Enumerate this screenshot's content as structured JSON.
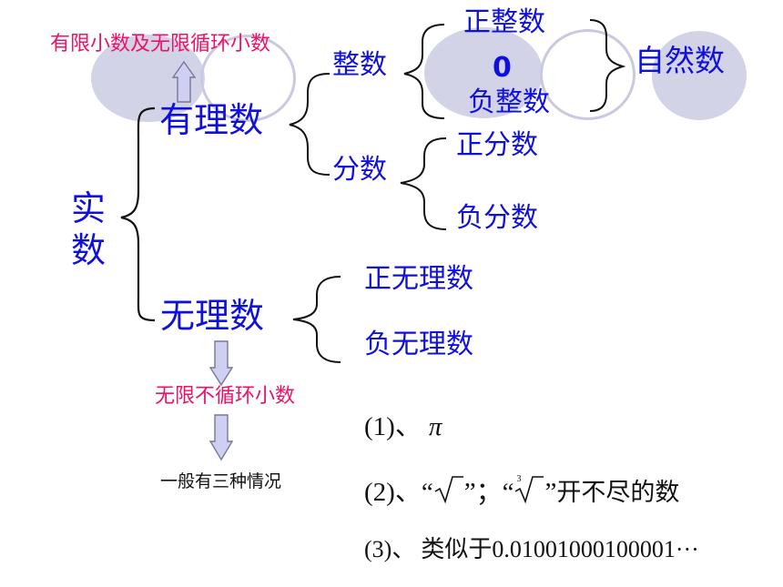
{
  "colors": {
    "term": "#1010dd",
    "note": "#ee1166",
    "plain": "#111111",
    "circle_fill": "#d3d3e8",
    "circle_outline": "#c9c9df",
    "arrow_fill": "#cfcff2",
    "arrow_stroke": "#777799",
    "brace": "#111111"
  },
  "terms": {
    "real_number": "实数",
    "rational": "有理数",
    "irrational": "无理数",
    "integer": "整数",
    "fraction": "分数",
    "positive_integer": "正整数",
    "zero": "0",
    "negative_integer": "负整数",
    "natural_number": "自然数",
    "positive_fraction": "正分数",
    "negative_fraction": "负分数",
    "positive_irrational": "正无理数",
    "negative_irrational": "负无理数"
  },
  "notes": {
    "rational_decimals": "有限小数及无限循环小数",
    "irrational_decimals": "无限不循环小数",
    "three_cases": "一般有三种情况"
  },
  "cases": [
    {
      "num": "(1)",
      "sep": "、",
      "text": "π"
    },
    {
      "num": "(2)",
      "sep": "、",
      "q1": "“",
      "q2": "”",
      "comma": "；",
      "q3": "“",
      "root_index": "3",
      "q4": "”",
      "text": "开不尽的数"
    },
    {
      "num": "(3)",
      "sep": "、",
      "text": "类似于0.01001000100001···"
    }
  ]
}
